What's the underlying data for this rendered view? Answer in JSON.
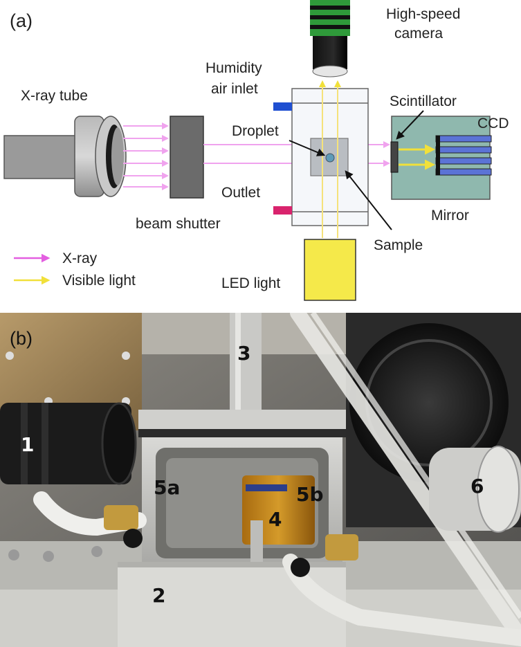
{
  "panel_a": {
    "panel_label": "(a)",
    "labels": {
      "xray_tube": "X-ray tube",
      "beam_shutter": "beam shutter",
      "high_speed_camera_line1": "High-speed",
      "high_speed_camera_line2": "camera",
      "humidity_line1": "Humidity",
      "humidity_line2": "air inlet",
      "droplet": "Droplet",
      "outlet": "Outlet",
      "scintillator": "Scintillator",
      "ccd": "CCD",
      "mirror": "Mirror",
      "sample": "Sample",
      "led_light": "LED light"
    },
    "legend": [
      {
        "label": "X-ray",
        "color": "#e35ee0"
      },
      {
        "label": "Visible light",
        "color": "#f1e03a"
      }
    ],
    "colors": {
      "xray_beam": "#f0a3ee",
      "visible_beam": "#f5e27a",
      "humidity_inlet": "#1f4fd1",
      "outlet": "#d9236d",
      "led": "#f5e94a",
      "ccd_box": "#8fb8ae",
      "ccd_stripes": "#5b73d6",
      "camera_green": "#2f9a3a"
    }
  },
  "panel_b": {
    "panel_label": "(b)",
    "callouts": [
      {
        "label": "1"
      },
      {
        "label": "2"
      },
      {
        "label": "3"
      },
      {
        "label": "4"
      },
      {
        "label": "5a"
      },
      {
        "label": "5b"
      },
      {
        "label": "6"
      }
    ]
  }
}
